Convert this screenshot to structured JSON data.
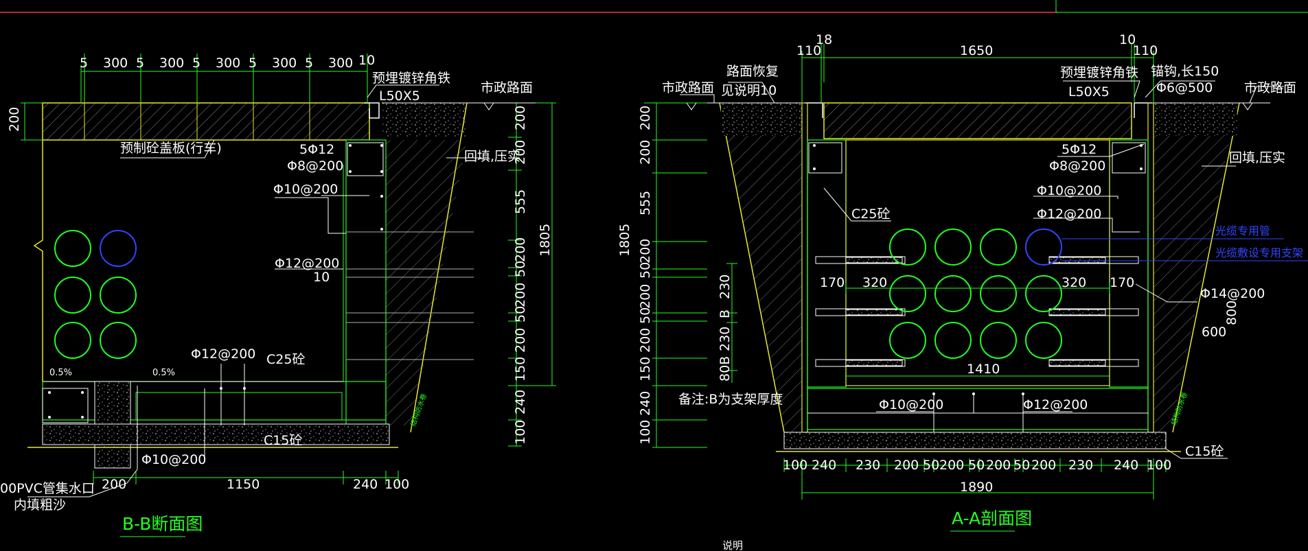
{
  "colors": {
    "background": "#000000",
    "green": "#22ff22",
    "yellow": "#e8e830",
    "white": "#ffffff",
    "blue": "#3344ff",
    "grey": "#b0b0b0",
    "red": "#ff3333"
  },
  "bb": {
    "title": "B-B断面图",
    "top_dims": [
      "5",
      "300",
      "5",
      "300",
      "5",
      "300",
      "5",
      "300",
      "5",
      "300",
      "10"
    ],
    "left_dim": "200",
    "right_dims": [
      "200",
      "200",
      "555",
      "200",
      "50",
      "200",
      "50",
      "200",
      "150",
      "240",
      "100"
    ],
    "total": "1805",
    "bottom_dims": [
      "200",
      "1150",
      "240",
      "100"
    ],
    "slopes": [
      "0.5%",
      "0.5%"
    ],
    "labels": {
      "angle_iron_1": "预埋镀锌角铁",
      "angle_iron_2": "L50X5",
      "road": "市政路面",
      "cover": "预制砼盖板(行车)",
      "bars": "5Φ12",
      "stirrup": "Φ8@200",
      "backfill": "回填,压实",
      "rebar_10": "Φ10@200",
      "rebar_12": "Φ12@200",
      "ten": "10",
      "rebar_12b": "Φ12@200",
      "concrete": "C25砼",
      "c15": "C15砼",
      "rebar_10b": "Φ10@200",
      "pvc_1": "00PVC管集水口",
      "pvc_2": "内填粗沙",
      "waterproof": "结构防水卷"
    }
  },
  "aa": {
    "title": "A-A剖面图",
    "top_dims": [
      "110",
      "18",
      "1650",
      "10",
      "110"
    ],
    "left_dims": [
      "200",
      "200",
      "555",
      "200",
      "50",
      "200",
      "50",
      "200",
      "150",
      "240",
      "100"
    ],
    "total": "1805",
    "bracket_dims": [
      "230",
      "B",
      "230",
      "80B"
    ],
    "bottom_dims": [
      "100",
      "240",
      "230",
      "200",
      "50",
      "200",
      "50",
      "200",
      "50",
      "200",
      "230",
      "240",
      "100"
    ],
    "bottom_total": "1890",
    "inner_dims": [
      "170",
      "320",
      "320",
      "170"
    ],
    "inner_width": "1410",
    "note": "备注:B为支架厚度",
    "labels": {
      "road_left": "市政路面",
      "repair_1": "路面恢复",
      "repair_2": "见说明10",
      "angle_iron_1": "预埋镀锌角铁",
      "angle_iron_2": "L50X5",
      "anchor_1": "锚钩,长150",
      "anchor_2": "Φ6@500",
      "road_right": "市政路面",
      "bars": "5Φ12",
      "stirrup": "Φ8@200",
      "backfill": "回填,压实",
      "rebar_10": "Φ10@200",
      "rebar_12": "Φ12@200",
      "concrete": "C25砼",
      "fiber_1": "光缆专用管",
      "fiber_2": "光缆敷设专用支架",
      "rebar_14": "Φ14@200",
      "dim_800": "800",
      "dim_600": "600",
      "rebar_10b": "Φ10@200",
      "rebar_12b": "Φ12@200",
      "c15": "C15砼",
      "waterproof": "结构防水卷"
    }
  },
  "footer_text": "说明"
}
